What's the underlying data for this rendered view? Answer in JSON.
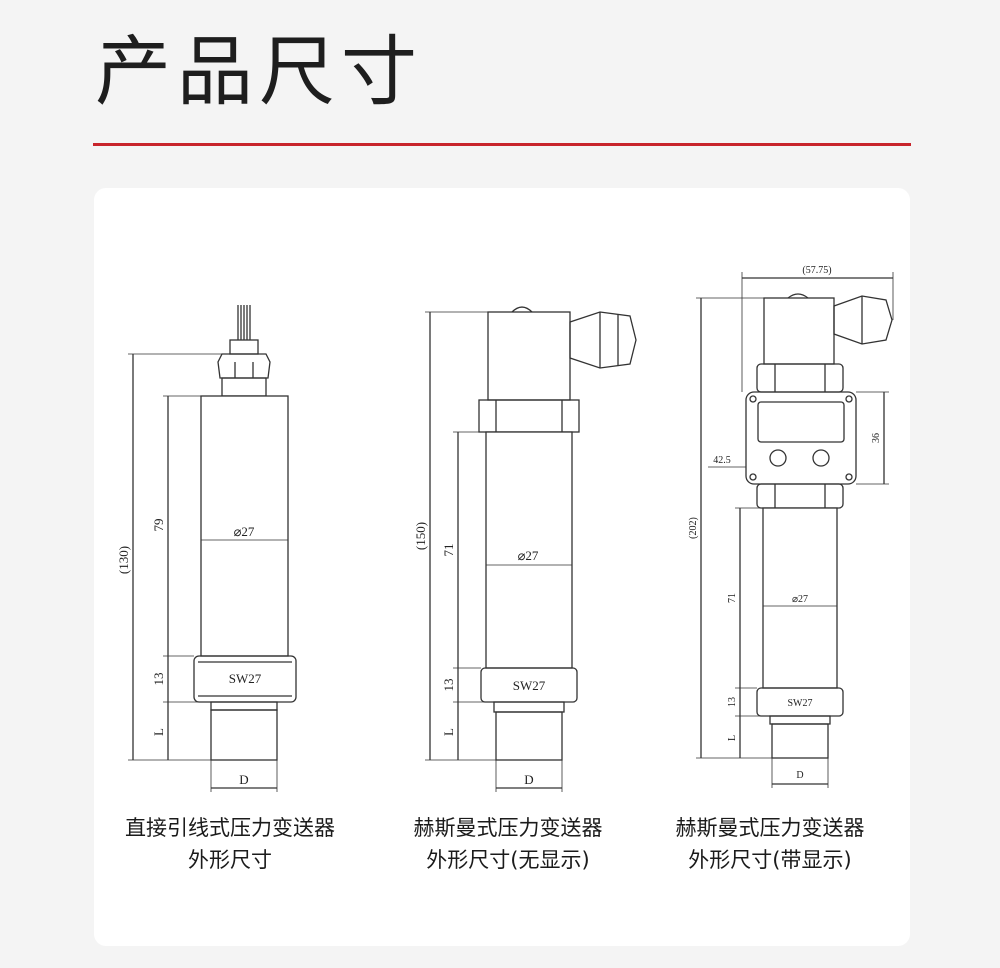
{
  "header": {
    "title": "产品尺寸",
    "accent_color": "#c8242b"
  },
  "products": [
    {
      "name_line1": "直接引线式压力变送器",
      "name_line2": "外形尺寸",
      "dims": {
        "total": "(130)",
        "body": "79",
        "hex": "13",
        "thread": "L",
        "diameter": "⌀27",
        "wrench": "SW27",
        "bottom": "D"
      }
    },
    {
      "name_line1": "赫斯曼式压力变送器",
      "name_line2": "外形尺寸(无显示)",
      "dims": {
        "total": "(150)",
        "body": "71",
        "hex": "13",
        "thread": "L",
        "diameter": "⌀27",
        "wrench": "SW27",
        "bottom": "D"
      }
    },
    {
      "name_line1": "赫斯曼式压力变送器",
      "name_line2": "外形尺寸(带显示)",
      "dims": {
        "total": "(202)",
        "body": "71",
        "hex": "13",
        "thread": "L",
        "diameter": "⌀27",
        "wrench": "SW27",
        "bottom": "D",
        "top_width": "(57.75)",
        "display_height": "36",
        "offset": "42.5"
      }
    }
  ]
}
